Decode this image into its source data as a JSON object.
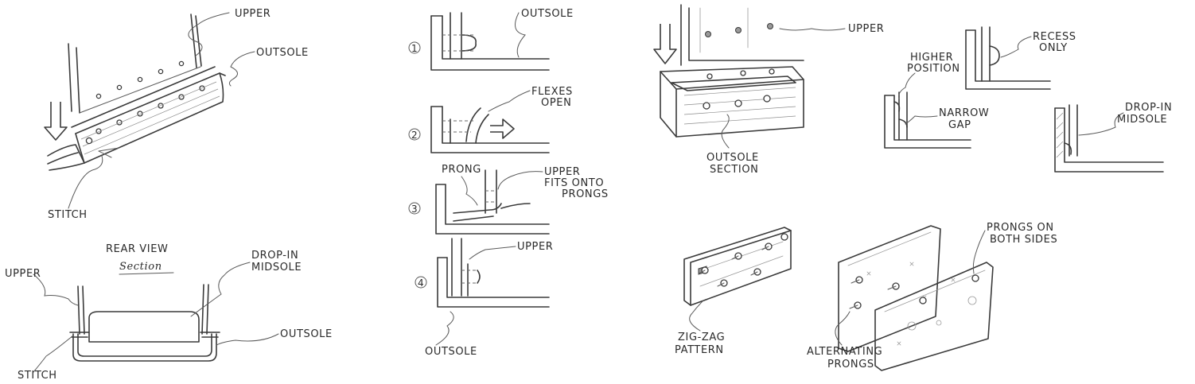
{
  "labels": {
    "upper": "UPPER",
    "outsole": "OUTSOLE",
    "stitch": "STITCH",
    "rear_view": "REAR VIEW",
    "section": "Section",
    "drop_in": "DROP-IN",
    "midsole": "MIDSOLE",
    "step1": "1",
    "step2": "2",
    "step3": "3",
    "step4": "4",
    "flexes": "FLEXES",
    "open": "OPEN",
    "prong": "PRONG",
    "upper_fits_line1": "UPPER",
    "upper_fits_line2": "FITS ONTO",
    "upper_fits_line3": "PRONGS",
    "recess": "RECESS",
    "only": "ONLY",
    "higher": "HIGHER",
    "position": "POSITION",
    "narrow": "NARROW",
    "gap": "GAP",
    "outsole_section_1": "OUTSOLE",
    "outsole_section_2": "SECTION",
    "prongs_on": "PRONGS ON",
    "both_sides": "BOTH SIDES",
    "zigzag": "ZIG-ZAG",
    "pattern": "PATTERN",
    "alternating": "ALTERNATING",
    "prongs": "PRONGS"
  }
}
